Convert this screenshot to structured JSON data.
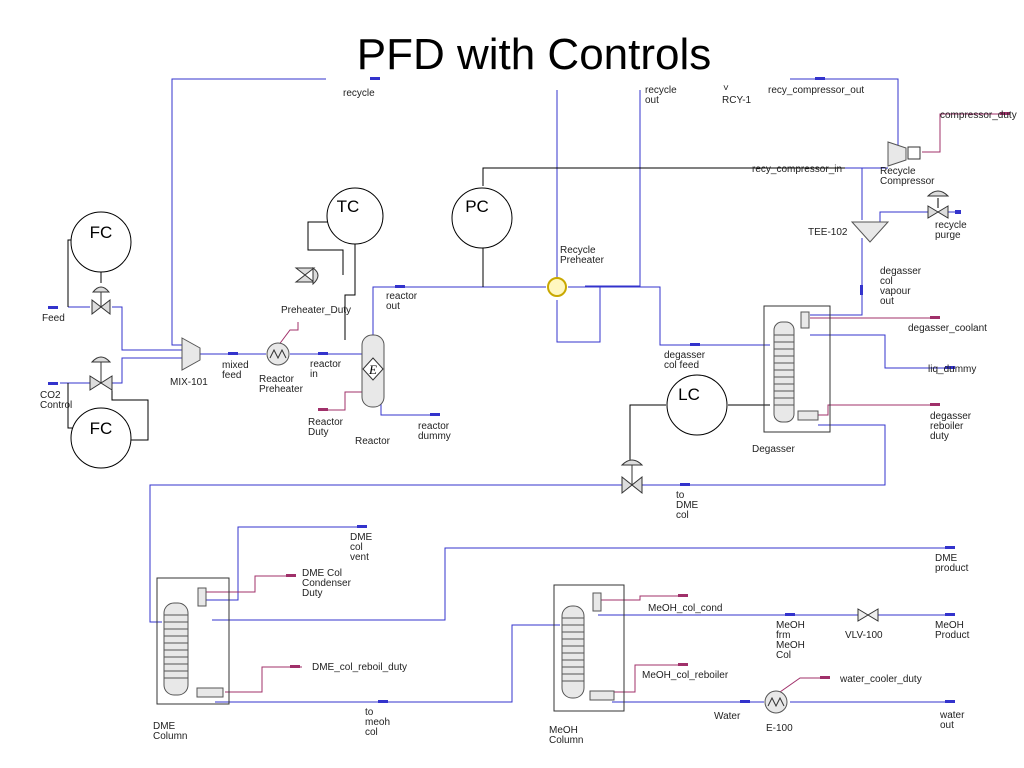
{
  "title": "PFD with Controls",
  "controllers": {
    "fc_top": "FC",
    "fc_bottom": "FC",
    "tc": "TC",
    "pc": "PC",
    "lc": "LC"
  },
  "streams": {
    "recycle": "recycle",
    "recycle_out": [
      "recycle",
      "out"
    ],
    "rcy1": "RCY-1",
    "recy_compressor_out": "recy_compressor_out",
    "compressor_duty": "compressor_duty",
    "recy_compressor_in": "recy_compressor_in",
    "recycle_compressor": [
      "Recycle",
      "Compressor"
    ],
    "recycle_purge": [
      "recycle",
      "purge"
    ],
    "tee102": "TEE-102",
    "degasser_col_vapour_out": [
      "degasser",
      "col",
      "vapour",
      "out"
    ],
    "degasser_coolant": "degasser_coolant",
    "liq_dummy": "liq_dummy",
    "degasser_reboiler_duty": [
      "degasser",
      "reboiler",
      "duty"
    ],
    "degasser": "Degasser",
    "degasser_col_feed": [
      "degasser",
      "col feed"
    ],
    "recycle_preheater": [
      "Recycle",
      "Preheater"
    ],
    "reactor_out": [
      "reactor",
      "out"
    ],
    "preheater_duty": "Preheater_Duty",
    "feed": "Feed",
    "co2_control": [
      "CO2",
      "Control"
    ],
    "mix101": "MIX-101",
    "mixed_feed": [
      "mixed",
      "feed"
    ],
    "reactor_preheater": [
      "Reactor",
      "Preheater"
    ],
    "reactor_in": [
      "reactor",
      "in"
    ],
    "reactor_duty": [
      "Reactor",
      "Duty"
    ],
    "reactor": "Reactor",
    "reactor_dummy": [
      "reactor",
      "dummy"
    ],
    "reactor_symbol": "E",
    "to_dme_col": [
      "to",
      "DME",
      "col"
    ],
    "dme_col_vent": [
      "DME",
      "col",
      "vent"
    ],
    "dme_col_condenser_duty": [
      "DME Col",
      "Condenser",
      "Duty"
    ],
    "dme_col_reboil_duty": "DME_col_reboil_duty",
    "dme_column": [
      "DME",
      "Column"
    ],
    "to_meoh_col": [
      "to",
      "meoh",
      "col"
    ],
    "dme_product": [
      "DME",
      "product"
    ],
    "meoh_col_cond": "MeOH_col_cond",
    "meoh_frm_meoh_col": [
      "MeOH",
      "frm",
      "MeOH",
      "Col"
    ],
    "vlv100": "VLV-100",
    "meoh_product": [
      "MeOH",
      "Product"
    ],
    "meoh_col_reboiler": "MeOH_col_reboiler",
    "water_cooler_duty": "water_cooler_duty",
    "water": "Water",
    "e100": "E-100",
    "water_out": [
      "water",
      "out"
    ],
    "meoh_column": [
      "MeOH",
      "Column"
    ]
  },
  "colors": {
    "material_stream": "#3333cc",
    "energy_stream": "#a0306a",
    "signal": "#000000"
  }
}
